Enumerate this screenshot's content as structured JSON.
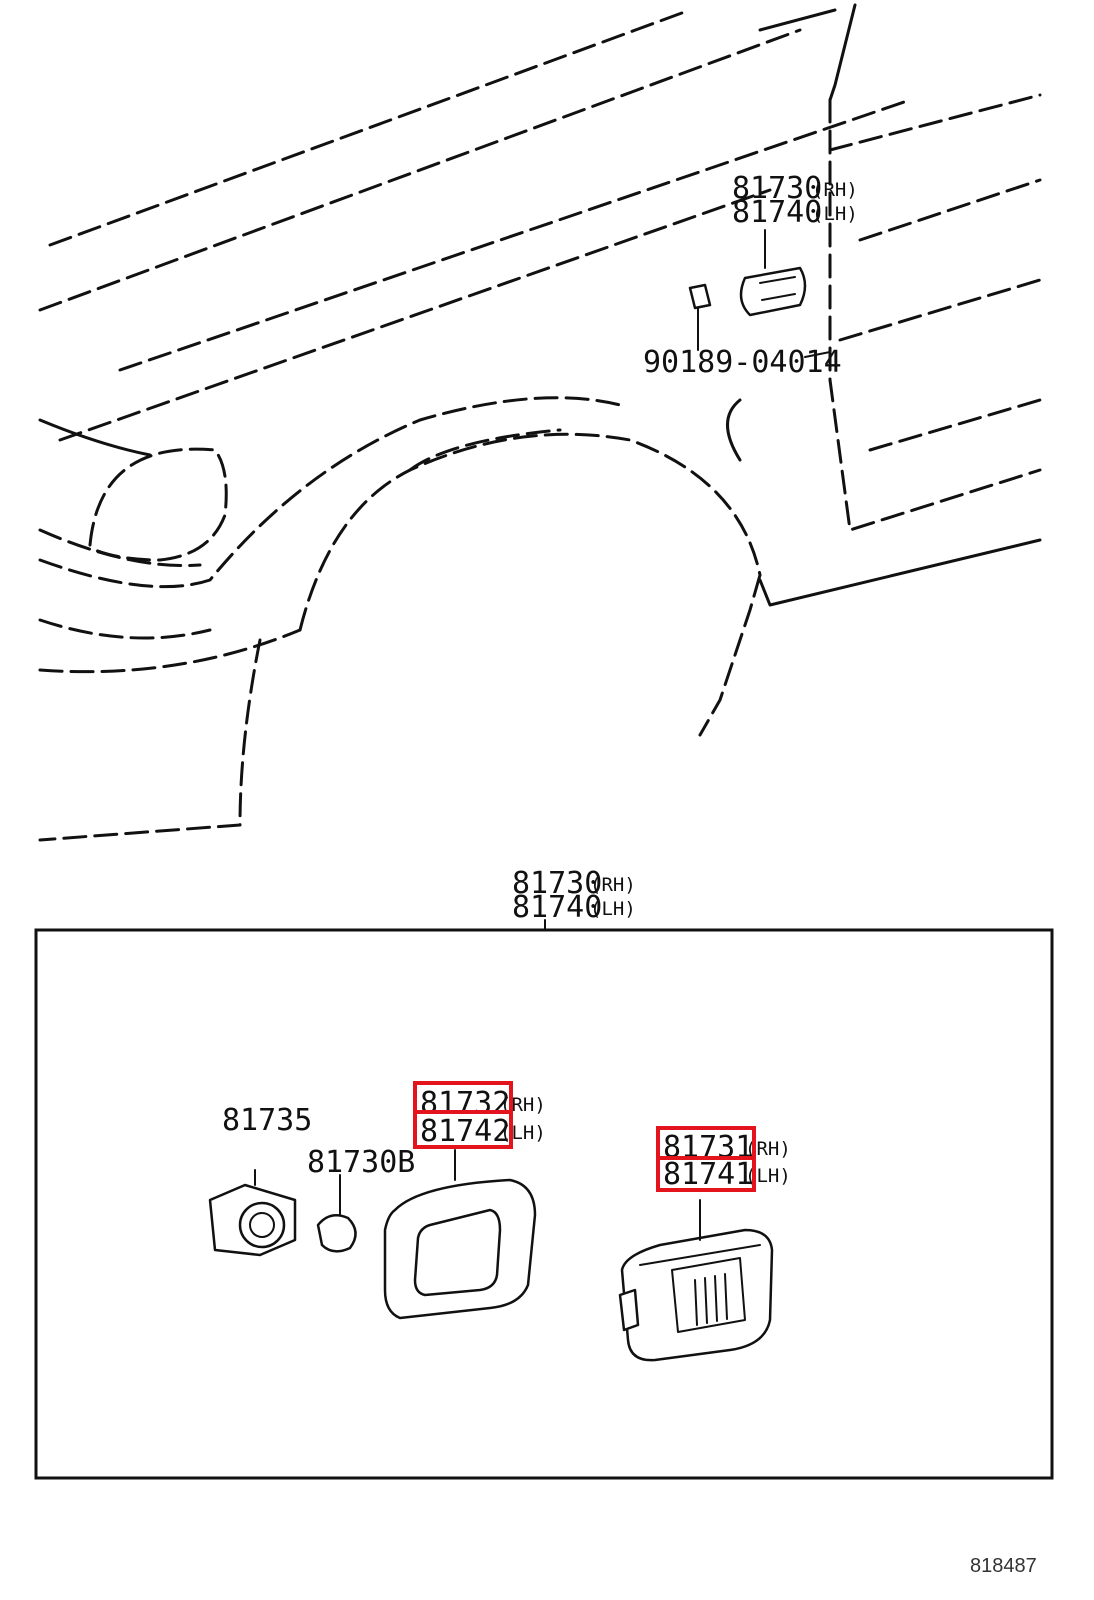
{
  "callouts": {
    "upper_rh": "81730",
    "upper_rh_side": "RH",
    "upper_lh": "81740",
    "upper_lh_side": "LH",
    "screw": "90189-04014",
    "box_rh": "81730",
    "box_rh_side": "RH",
    "box_lh": "81740",
    "box_lh_side": "LH",
    "socket": "81735",
    "bulb": "81730B",
    "lens1_rh": "81732",
    "lens1_rh_side": "RH",
    "lens1_lh": "81742",
    "lens1_lh_side": "LH",
    "lens2_rh": "81731",
    "lens2_rh_side": "RH",
    "lens2_lh": "81741",
    "lens2_lh_side": "LH"
  },
  "figure_code": "818487",
  "colors": {
    "line": "#111111",
    "highlight": "#e3141b",
    "background": "#ffffff"
  }
}
